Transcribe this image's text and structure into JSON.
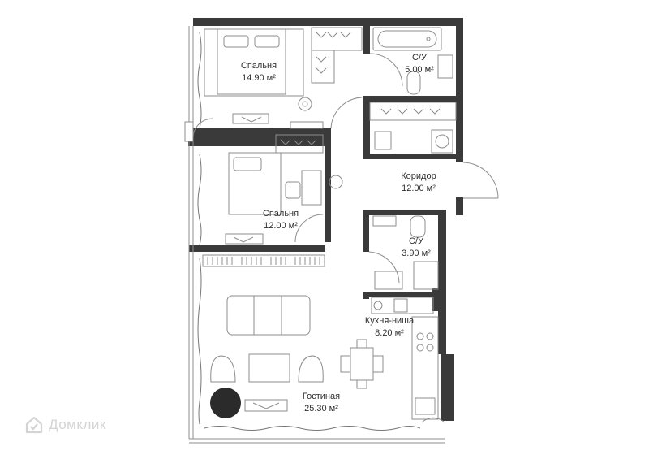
{
  "rooms": {
    "bedroom1": {
      "name": "Спальня",
      "area": "14.90 м²"
    },
    "bathroom1": {
      "name": "С/У",
      "area": "5.00 м²"
    },
    "corridor": {
      "name": "Коридор",
      "area": "12.00 м²"
    },
    "bedroom2": {
      "name": "Спальня",
      "area": "12.00 м²"
    },
    "bathroom2": {
      "name": "С/У",
      "area": "3.90 м²"
    },
    "kitchen": {
      "name": "Кухня-ниша",
      "area": "8.20 м²"
    },
    "living": {
      "name": "Гостиная",
      "area": "25.30 м²"
    }
  },
  "watermark": {
    "text": "Домклик",
    "icon": "house-logo-icon"
  },
  "colors": {
    "wall": "#3a3a3a",
    "line": "#8c8c8c",
    "text": "#2f2f2f",
    "watermark": "#d4d4d4"
  }
}
